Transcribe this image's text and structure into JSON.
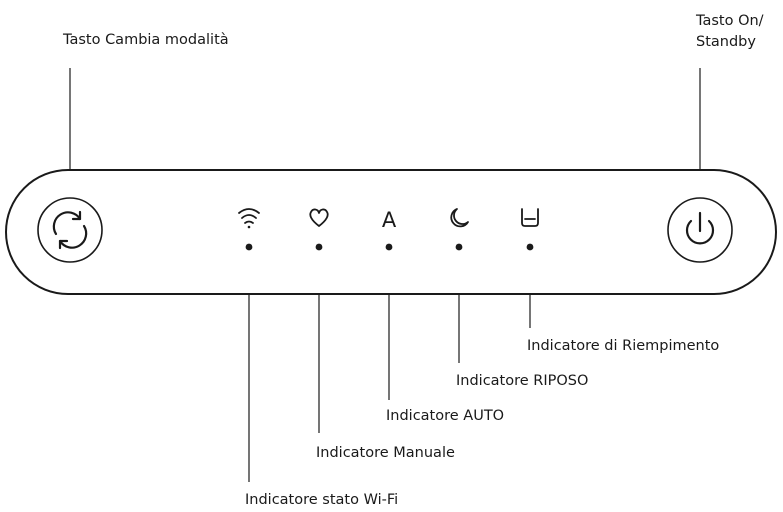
{
  "labels": {
    "mode_button": "Tasto Cambia modalità",
    "power_button_line1": "Tasto On/",
    "power_button_line2": "Standby",
    "wifi_indicator": "Indicatore stato Wi-Fi",
    "manual_indicator": "Indicatore Manuale",
    "auto_indicator": "Indicatore AUTO",
    "sleep_indicator": "Indicatore RIPOSO",
    "fill_indicator": "Indicatore di Riempimento"
  },
  "panel": {
    "auto_letter": "A"
  },
  "icons": {
    "mode_button": "refresh-cycle-icon",
    "wifi": "wifi-icon",
    "manual": "heart-icon",
    "auto": "letter-a-icon",
    "sleep": "moon-icon",
    "fill": "water-tank-icon",
    "power": "power-icon"
  },
  "colors": {
    "stroke": "#1a1a1a",
    "background": "#ffffff"
  }
}
